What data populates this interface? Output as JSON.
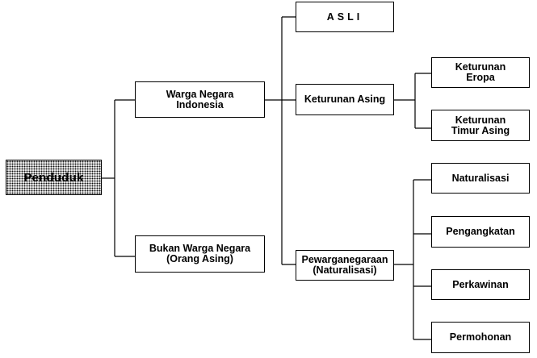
{
  "root": {
    "label": "Penduduk"
  },
  "wni": {
    "line1": "Warga Negara",
    "line2": "Indonesia"
  },
  "wna": {
    "line1": "Bukan Warga Negara",
    "line2": "(Orang Asing)"
  },
  "asli": {
    "label": "ASLI"
  },
  "keturunan_asing": {
    "label": "Keturunan Asing"
  },
  "pewarganegaraan": {
    "line1": "Pewarganegaraan",
    "line2": "(Naturalisasi)"
  },
  "keturunan_eropa": {
    "line1": "Keturunan",
    "line2": "Eropa"
  },
  "keturunan_timur_asing": {
    "line1": "Keturunan",
    "line2": "Timur Asing"
  },
  "cara": [
    {
      "label": "Naturalisasi"
    },
    {
      "label": "Pengangkatan"
    },
    {
      "label": "Perkawinan"
    },
    {
      "label": "Permohonan"
    }
  ]
}
